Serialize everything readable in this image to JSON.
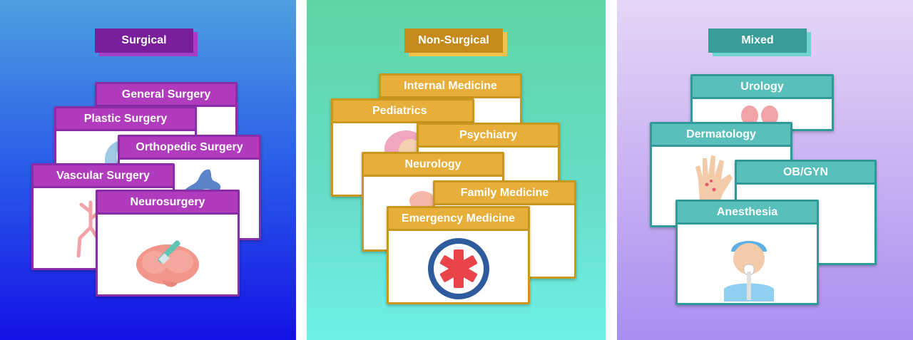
{
  "columns": {
    "surgical": {
      "heading": "Surgical",
      "cards": {
        "general_surgery": "General Surgery",
        "plastic_surgery": "Plastic Surgery",
        "orthopedic_surgery": "Orthopedic Surgery",
        "vascular_surgery": "Vascular Surgery",
        "neurosurgery": "Neurosurgery"
      }
    },
    "non_surgical": {
      "heading": "Non-Surgical",
      "cards": {
        "internal_medicine": "Internal Medicine",
        "pediatrics": "Pediatrics",
        "psychiatry": "Psychiatry",
        "neurology": "Neurology",
        "family_medicine": "Family Medicine",
        "emergency_medicine": "Emergency Medicine"
      }
    },
    "mixed": {
      "heading": "Mixed",
      "cards": {
        "urology": "Urology",
        "dermatology": "Dermatology",
        "ob_gyn": "OB/GYN",
        "anesthesia": "Anesthesia"
      }
    }
  },
  "icons": {
    "brain": "brain-scalpel-icon",
    "blood_vessels": "blood-vessels-icon",
    "bone": "bone-icon",
    "star_of_life": "star-of-life-icon",
    "kidneys": "kidneys-icon",
    "hand": "hand-skin-icon",
    "anesthesia_patient": "patient-mask-icon"
  },
  "colors": {
    "surgical_accent": "#b03cbd",
    "non_surgical_accent": "#e7ae3a",
    "mixed_accent": "#58bfbb"
  }
}
